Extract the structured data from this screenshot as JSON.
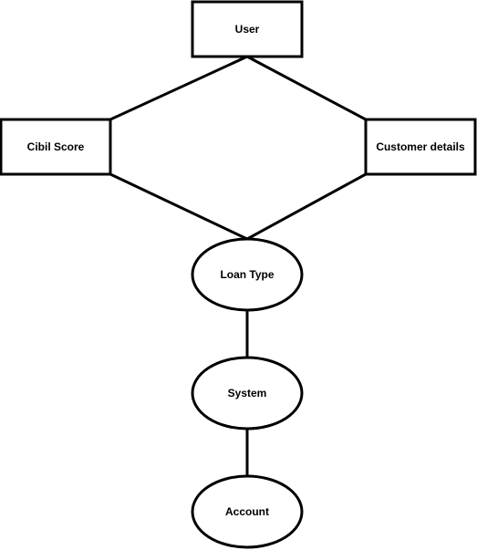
{
  "nodes": {
    "user": {
      "label": "User",
      "shape": "rectangle"
    },
    "cibil_score": {
      "label": "Cibil Score",
      "shape": "rectangle"
    },
    "customer_details": {
      "label": "Customer details",
      "shape": "rectangle"
    },
    "loan_type": {
      "label": "Loan Type",
      "shape": "ellipse"
    },
    "system": {
      "label": "System",
      "shape": "ellipse"
    },
    "account": {
      "label": "Account",
      "shape": "ellipse"
    }
  },
  "edges": [
    {
      "from": "user",
      "to": "cibil_score"
    },
    {
      "from": "user",
      "to": "customer_details"
    },
    {
      "from": "cibil_score",
      "to": "loan_type"
    },
    {
      "from": "customer_details",
      "to": "loan_type"
    },
    {
      "from": "loan_type",
      "to": "system"
    },
    {
      "from": "system",
      "to": "account"
    }
  ],
  "colors": {
    "stroke": "#000000",
    "fill": "#ffffff",
    "text": "#000000"
  }
}
